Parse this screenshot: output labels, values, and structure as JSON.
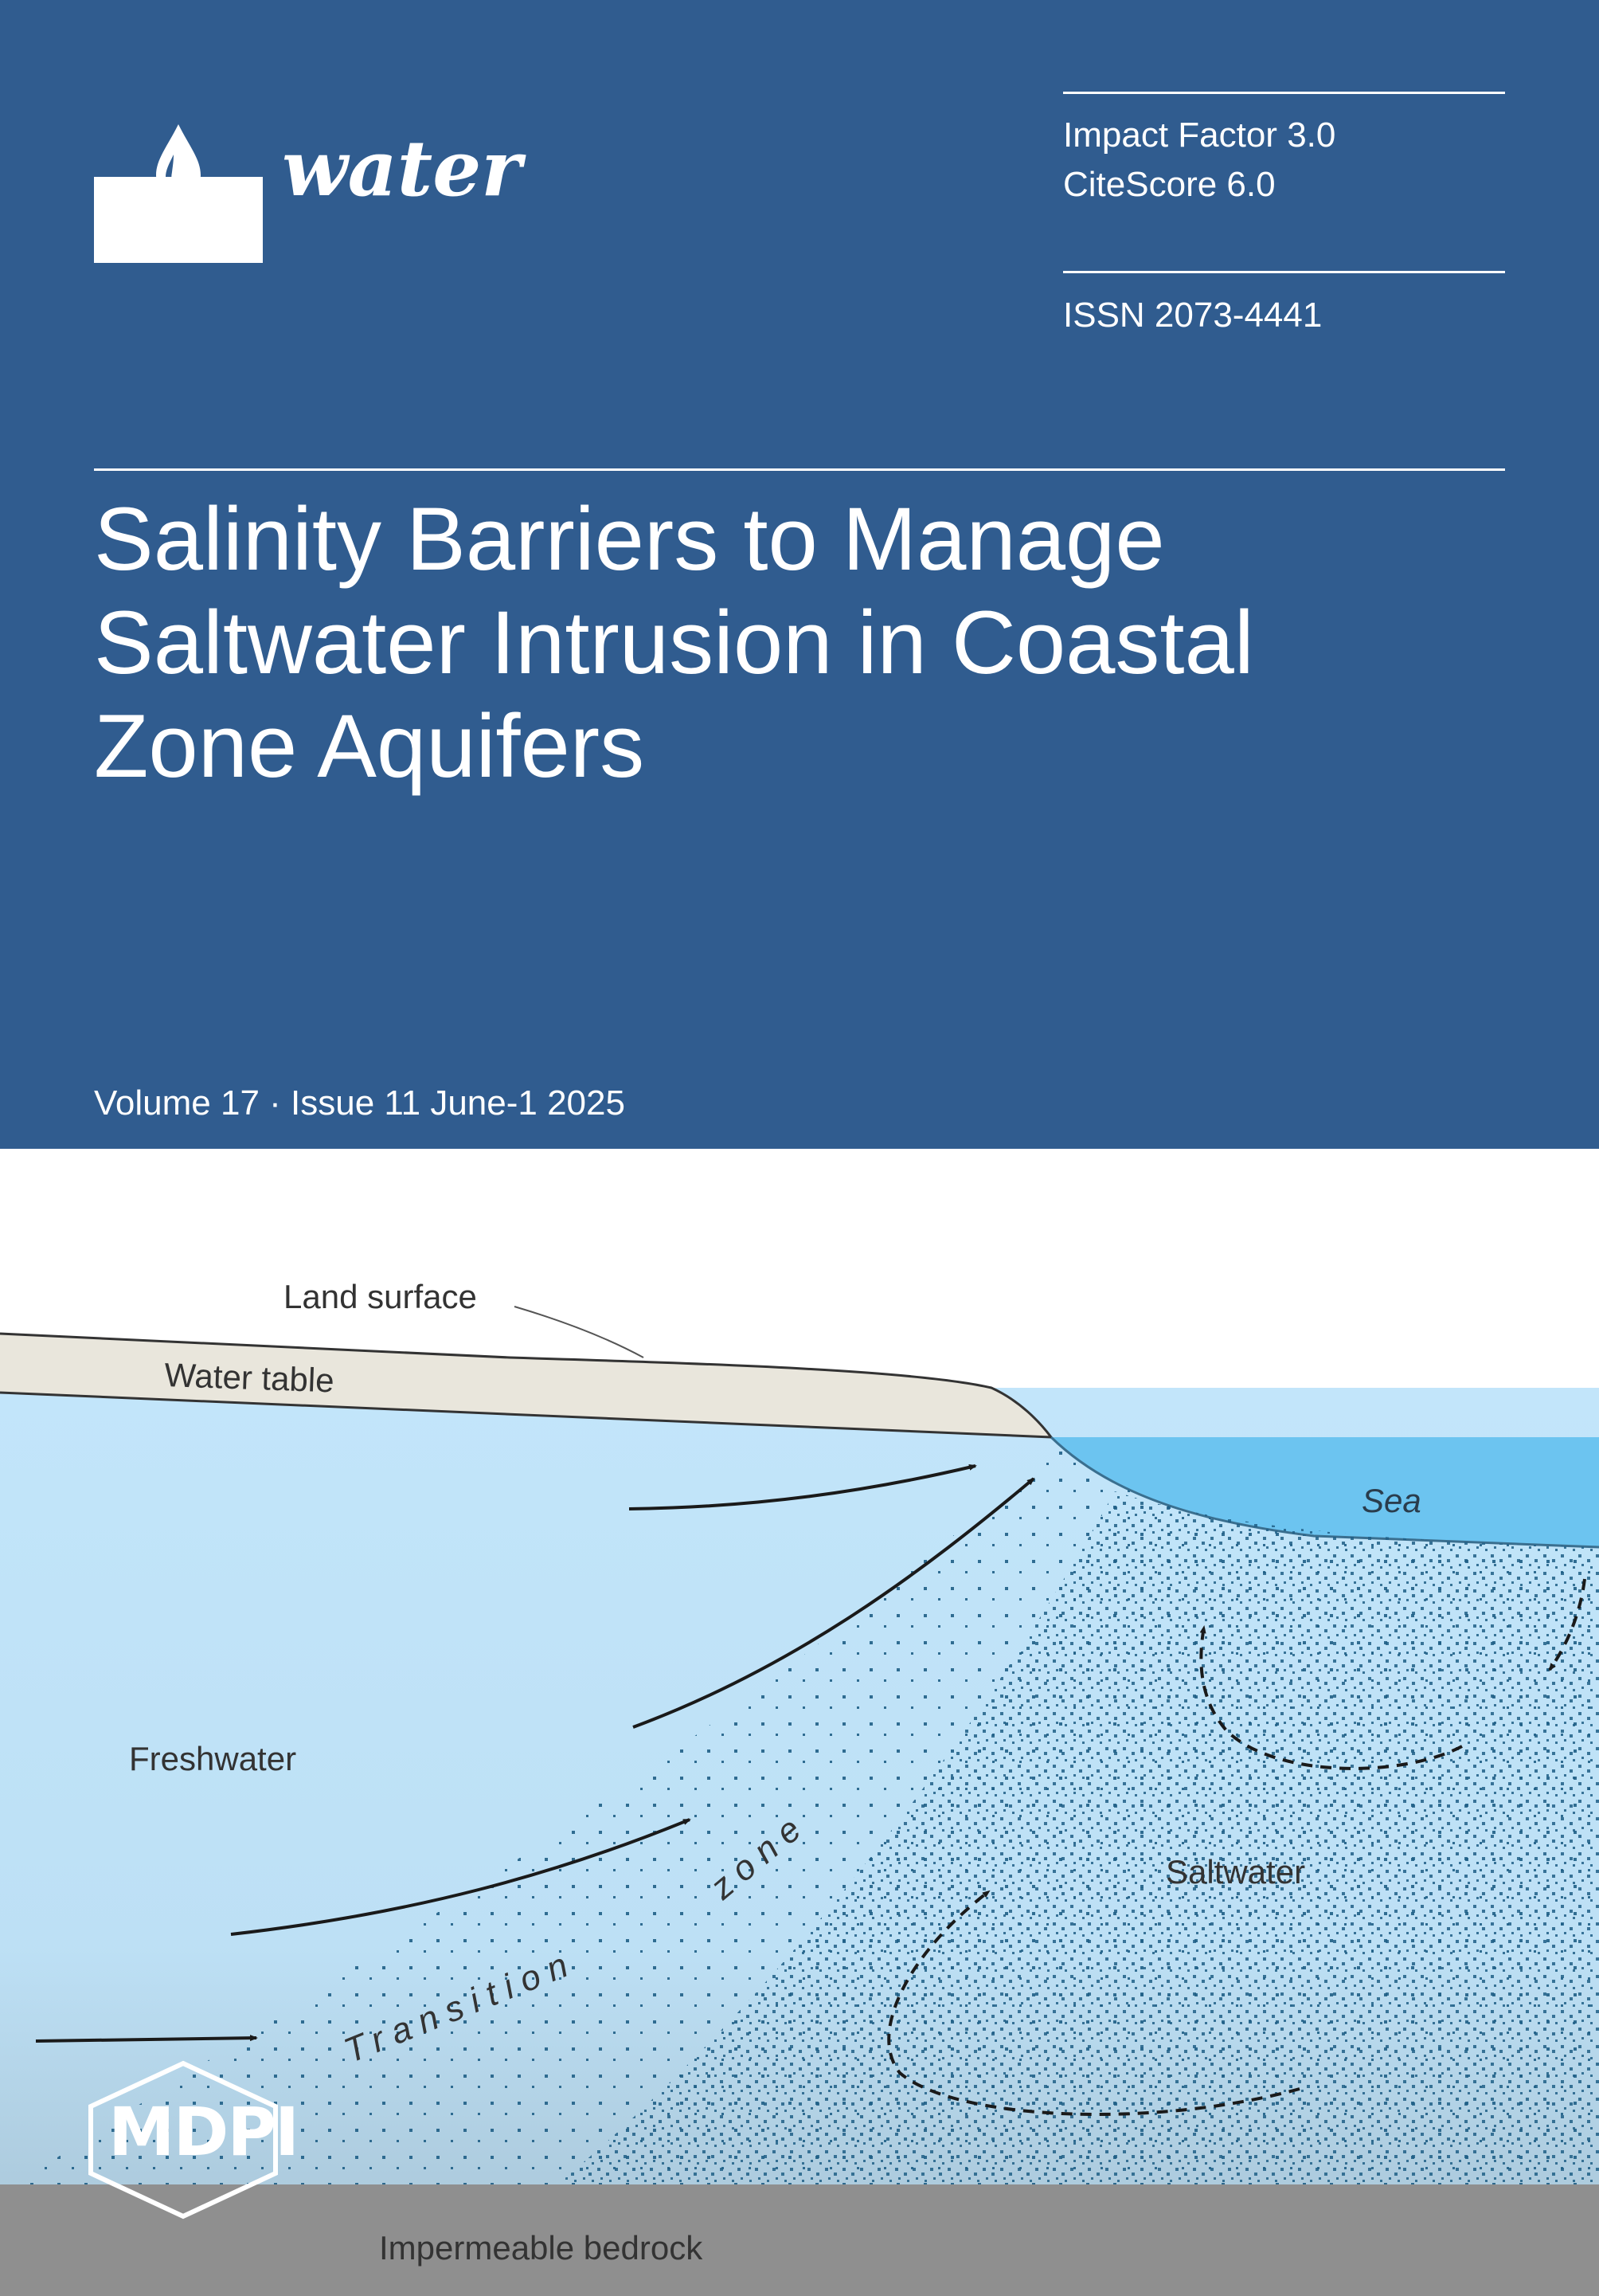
{
  "journal": {
    "name": "water",
    "impact_factor": "Impact Factor 3.0",
    "citescore": "CiteScore 6.0",
    "issn": "ISSN 2073-4441"
  },
  "title_lines": [
    "Salinity Barriers to Manage",
    "Saltwater Intrusion in Coastal",
    "Zone Aquifers"
  ],
  "issue": "Volume 17 · Issue 11 June-1 2025",
  "diagram": {
    "land_surface": "Land surface",
    "water_table": "Water table",
    "sea": "Sea",
    "freshwater": "Freshwater",
    "saltwater": "Saltwater",
    "transition_word1": "Transition",
    "transition_word2": "zone",
    "bedrock": "Impermeable bedrock"
  },
  "publisher": "MDPI",
  "colors": {
    "header_bg": "#305c8f",
    "freshwater": "#bfe3f8",
    "sea": "#6cc4f0",
    "land": "#e9e6dc",
    "bedrock": "#8f8f8f",
    "dots": "#1f5f86"
  },
  "icons": [
    "water-drop-icon",
    "mdpi-hexagon-icon"
  ]
}
